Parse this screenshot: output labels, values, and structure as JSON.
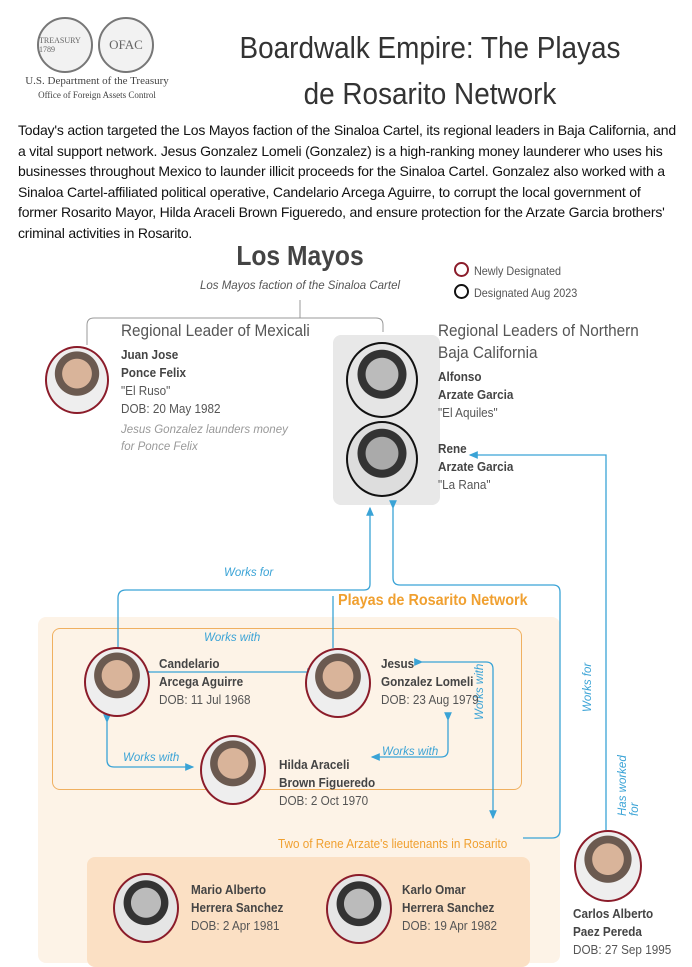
{
  "header": {
    "seal_text": "TREASURY 1789",
    "ofac_logo": "OFAC",
    "dept": "U.S. Department of the Treasury",
    "office": "Office of Foreign Assets Control",
    "title_line1": "Boardwalk Empire: The Playas",
    "title_line2": "de Rosarito Network"
  },
  "intro": "Today's action targeted the Los Mayos faction of the Sinaloa Cartel, its regional leaders in Baja California, and a vital support network.  Jesus Gonzalez Lomeli (Gonzalez) is a high-ranking money launderer who uses his businesses throughout Mexico to launder illicit proceeds for the Sinaloa Cartel.  Gonzalez also worked with a Sinaloa Cartel-affiliated political operative, Candelario Arcega Aguirre, to corrupt the local government of former Rosarito Mayor, Hilda Araceli Brown Figueredo, and ensure protection for the Arzate Garcia brothers' criminal activities in Rosarito.",
  "org": {
    "name": "Los Mayos",
    "subtitle": "Los Mayos faction of the Sinaloa Cartel"
  },
  "legend": [
    {
      "label": "Newly Designated",
      "color": "#8b1c2a"
    },
    {
      "label": "Designated Aug 2023",
      "color": "#111111"
    }
  ],
  "mexicali": {
    "heading": "Regional Leader of Mexicali",
    "name1": "Juan Jose",
    "name2": "Ponce Felix",
    "alias": "\"El Ruso\"",
    "dob": "DOB: 20 May 1982",
    "note1": "Jesus Gonzalez launders money",
    "note2": "for Ponce Felix"
  },
  "northern": {
    "heading1": "Regional Leaders of Northern",
    "heading2": "Baja California",
    "p1": {
      "name1": "Alfonso",
      "name2": "Arzate Garcia",
      "alias": "\"El Aquiles\""
    },
    "p2": {
      "name1": "Rene",
      "name2": "Arzate Garcia",
      "alias": "\"La Rana\""
    }
  },
  "network": {
    "title": "Playas de Rosarito Network",
    "lieutenants": "Two of Rene Arzate's lieutenants in Rosarito",
    "candelario": {
      "name1": "Candelario",
      "name2": "Arcega Aguirre",
      "dob": "DOB: 11 Jul 1968"
    },
    "jesus": {
      "name1": "Jesus",
      "name2": "Gonzalez Lomeli",
      "dob": "DOB: 23 Aug 1979"
    },
    "hilda": {
      "name1": "Hilda Araceli",
      "name2": "Brown Figueredo",
      "dob": "DOB: 2 Oct 1970"
    },
    "mario": {
      "name1": "Mario Alberto",
      "name2": "Herrera Sanchez",
      "dob": "DOB: 2 Apr 1981"
    },
    "karlo": {
      "name1": "Karlo Omar",
      "name2": "Herrera Sanchez",
      "dob": "DOB: 19 Apr 1982"
    }
  },
  "carlos": {
    "name1": "Carlos Alberto",
    "name2": "Paez Pereda",
    "dob": "DOB: 27 Sep 1995"
  },
  "edges": {
    "works_for": "Works for",
    "works_with": "Works with",
    "has_worked_for": "Has worked for"
  }
}
